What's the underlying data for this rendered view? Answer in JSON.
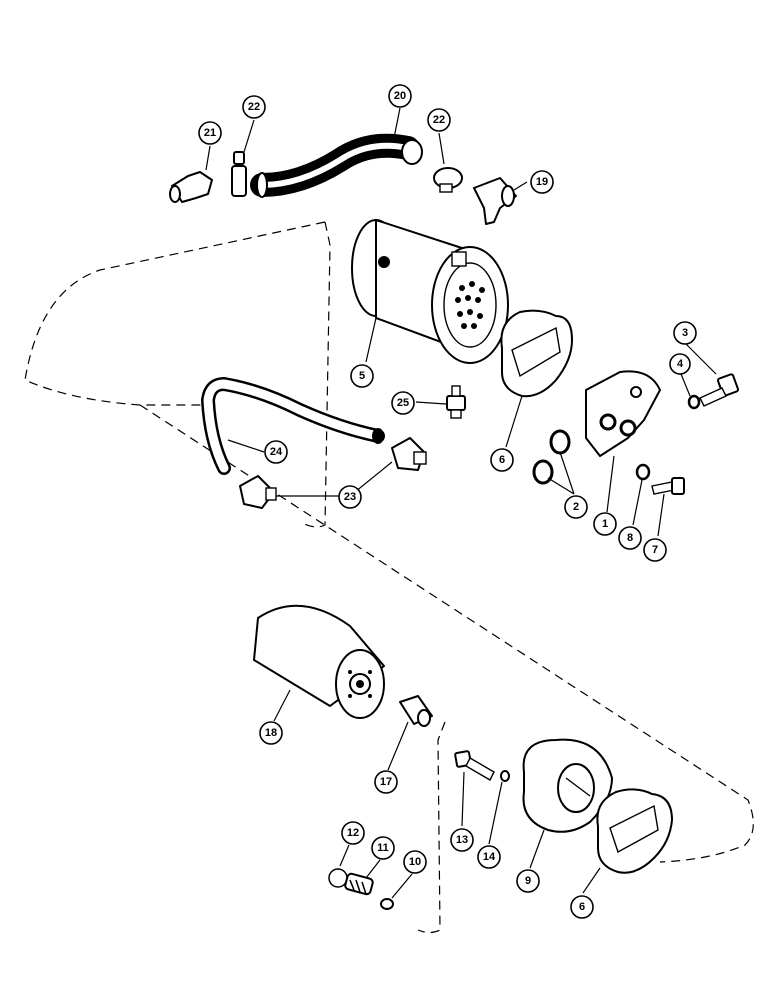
{
  "callouts": [
    {
      "id": "c20",
      "label": "20"
    },
    {
      "id": "c22a",
      "label": "22"
    },
    {
      "id": "c21",
      "label": "21"
    },
    {
      "id": "c22b",
      "label": "22"
    },
    {
      "id": "c19",
      "label": "19"
    },
    {
      "id": "c3",
      "label": "3"
    },
    {
      "id": "c4",
      "label": "4"
    },
    {
      "id": "c5",
      "label": "5"
    },
    {
      "id": "c25",
      "label": "25"
    },
    {
      "id": "c6a",
      "label": "6"
    },
    {
      "id": "c24",
      "label": "24"
    },
    {
      "id": "c23",
      "label": "23"
    },
    {
      "id": "c2",
      "label": "2"
    },
    {
      "id": "c1",
      "label": "1"
    },
    {
      "id": "c8",
      "label": "8"
    },
    {
      "id": "c7",
      "label": "7"
    },
    {
      "id": "c18",
      "label": "18"
    },
    {
      "id": "c17",
      "label": "17"
    },
    {
      "id": "c13",
      "label": "13"
    },
    {
      "id": "c14",
      "label": "14"
    },
    {
      "id": "c9",
      "label": "9"
    },
    {
      "id": "c12",
      "label": "12"
    },
    {
      "id": "c11",
      "label": "11"
    },
    {
      "id": "c10",
      "label": "10"
    },
    {
      "id": "c6b",
      "label": "6"
    }
  ]
}
